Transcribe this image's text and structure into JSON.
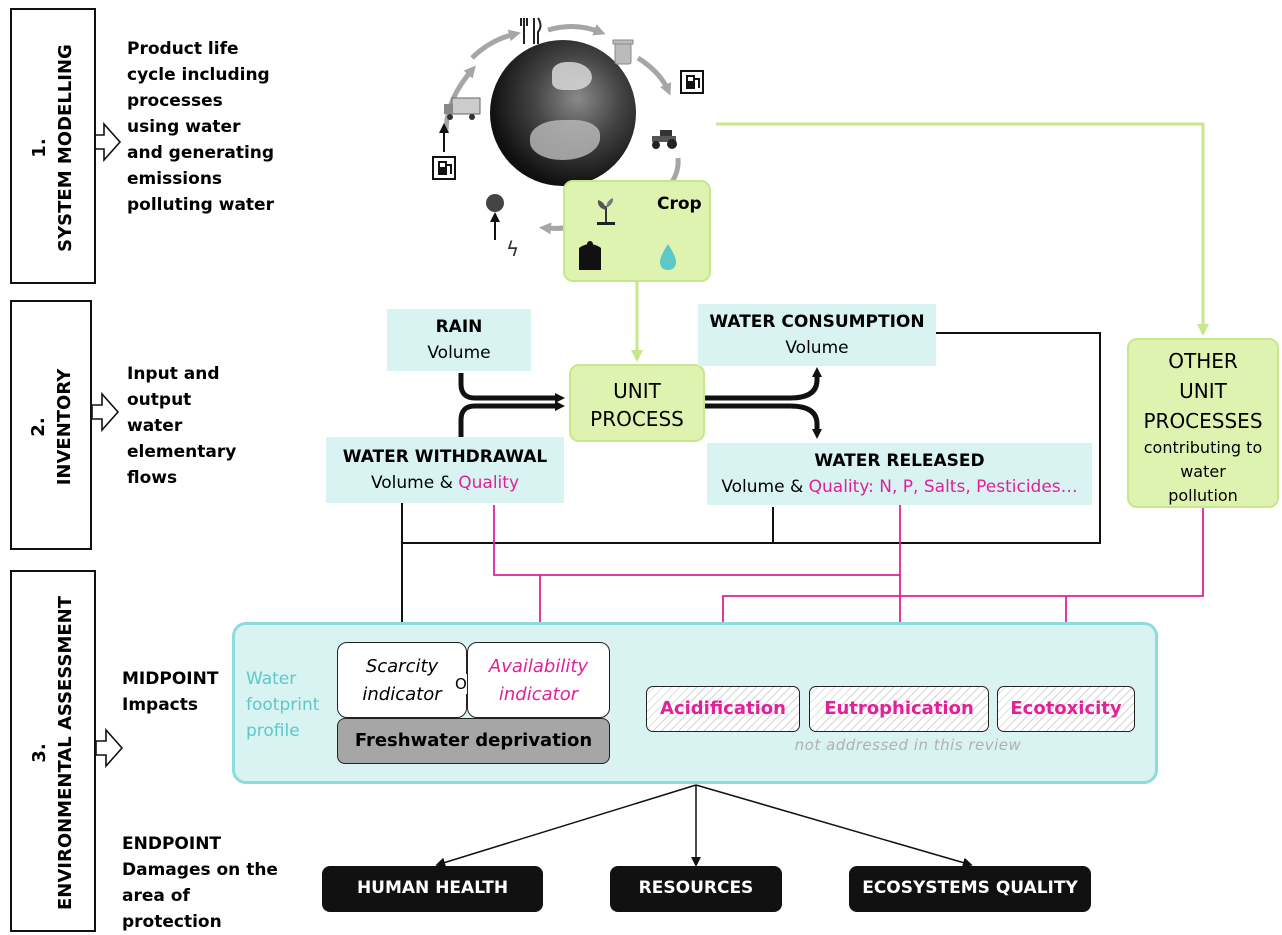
{
  "stages": [
    {
      "number": "1.",
      "title": "SYSTEM MODELLING",
      "description": "Product life cycle including processes using water and generating emissions polluting water"
    },
    {
      "number": "2.",
      "title": "INVENTORY",
      "description": "Input and output water elementary flows"
    },
    {
      "number": "3.",
      "title": "ENVIRONMENTAL ASSESSMENT"
    }
  ],
  "midpoint": {
    "title": "MIDPOINT",
    "subtitle": "Impacts"
  },
  "endpoint": {
    "title": "ENDPOINT",
    "subtitle": "Damages on the area of protection"
  },
  "crop": {
    "label": "Crop"
  },
  "inventory": {
    "rain": {
      "title": "RAIN",
      "sub": "Volume"
    },
    "withdrawal": {
      "title": "WATER WITHDRAWAL",
      "sub_prefix": "Volume & ",
      "sub_quality": "Quality"
    },
    "unit_process": {
      "line1": "UNIT",
      "line2": "PROCESS"
    },
    "consumption": {
      "title": "WATER CONSUMPTION",
      "sub": "Volume"
    },
    "released": {
      "title": "WATER RELEASED",
      "sub_prefix": "Volume & ",
      "sub_quality": "Quality: N, P, Salts, Pesticides…"
    },
    "other": {
      "line1": "OTHER",
      "line2": "UNIT",
      "line3": "PROCESSES",
      "sub": "contributing to water pollution"
    }
  },
  "assessment": {
    "profile_label": "Water footprint profile",
    "scarcity": "Scarcity indicator",
    "or": "Or",
    "availability": "Availability indicator",
    "deprivation": "Freshwater deprivation",
    "impacts": [
      "Acidification",
      "Eutrophication",
      "Ecotoxicity"
    ],
    "note": "not addressed in this review"
  },
  "endpoints": [
    "HUMAN HEALTH",
    "RESOURCES",
    "ECOSYSTEMS QUALITY"
  ],
  "icons": [
    "globe-icon",
    "cutlery-icon",
    "trash-icon",
    "fuel-pump-icon",
    "tractor-icon",
    "truck-icon",
    "apple-icon",
    "lightning-icon",
    "plant-icon",
    "fertilizer-bag-icon",
    "water-drop-icon"
  ],
  "colors": {
    "cyan_box": "#d9f3f3",
    "green_box": "#dff3b1",
    "green_line": "#c8e78c",
    "pink": "#e0219a",
    "teal": "#5cc8c8",
    "endpoint_bg": "#111111"
  }
}
